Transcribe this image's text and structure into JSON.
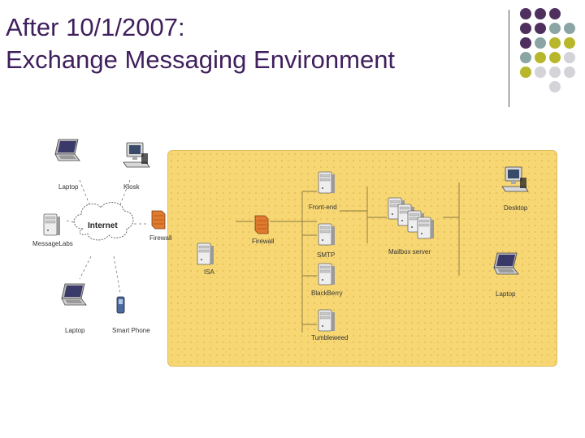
{
  "slide": {
    "title_line1": "After 10/1/2007:",
    "title_line2": "Exchange Messaging Environment"
  },
  "colors": {
    "title": "#3f1f5c",
    "dot_purple": "#4e2f5e",
    "dot_teal": "#8aa5a3",
    "dot_olive": "#b8b72c",
    "dot_gray": "#d3d3d8",
    "panel": "#f7d774"
  },
  "diagram": {
    "outside": {
      "laptop_top": "Laptop",
      "kiosk": "Kiosk",
      "internet": "Internet",
      "message_labs": "MessageLabs",
      "firewall_left": "Firewall",
      "laptop_bottom": "Laptop",
      "smart_phone": "Smart Phone"
    },
    "inside": {
      "isa": "ISA",
      "firewall": "Firewall",
      "front_end": "Front-end",
      "smtp": "SMTP",
      "blackberry": "BlackBerry",
      "tumbleweed": "Tumbleweed",
      "mailbox_server": "Mailbox server",
      "desktop": "Desktop",
      "laptop": "Laptop"
    }
  }
}
